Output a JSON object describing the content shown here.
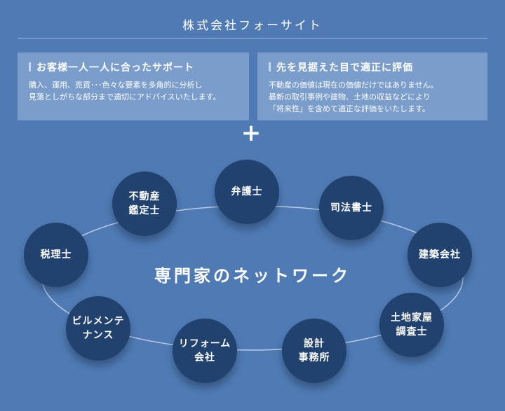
{
  "company": "株式会社フォーサイト",
  "left_panel": {
    "heading": "お客様一人一人に合ったサポート",
    "lines": [
      "購入、運用、売買･･･色々な要素を多角的に分析し",
      "見落としがちな部分まで適切にアドバイスいたします。"
    ]
  },
  "right_panel": {
    "heading": "先を見据えた目で適正に評価",
    "lines": [
      "不動産の価値は現在の価値だけではありません。",
      "最新の取引事例や建物、土地の収益などにより",
      "「将来性」を含めて適正な評価をいたします。"
    ]
  },
  "plus": "+",
  "network_title": "専門家のネットワーク",
  "nodes": [
    "弁護士",
    "不動産\n鑑定士",
    "司法書士",
    "税理士",
    "建築会社",
    "ビルメンテ\nナンス",
    "土地家屋\n調査士",
    "リフォーム\n会社",
    "設計\n事務所"
  ],
  "colors": {
    "background": "#4f7ab3",
    "panel": "#7a9dcc",
    "node": "#21416e"
  }
}
